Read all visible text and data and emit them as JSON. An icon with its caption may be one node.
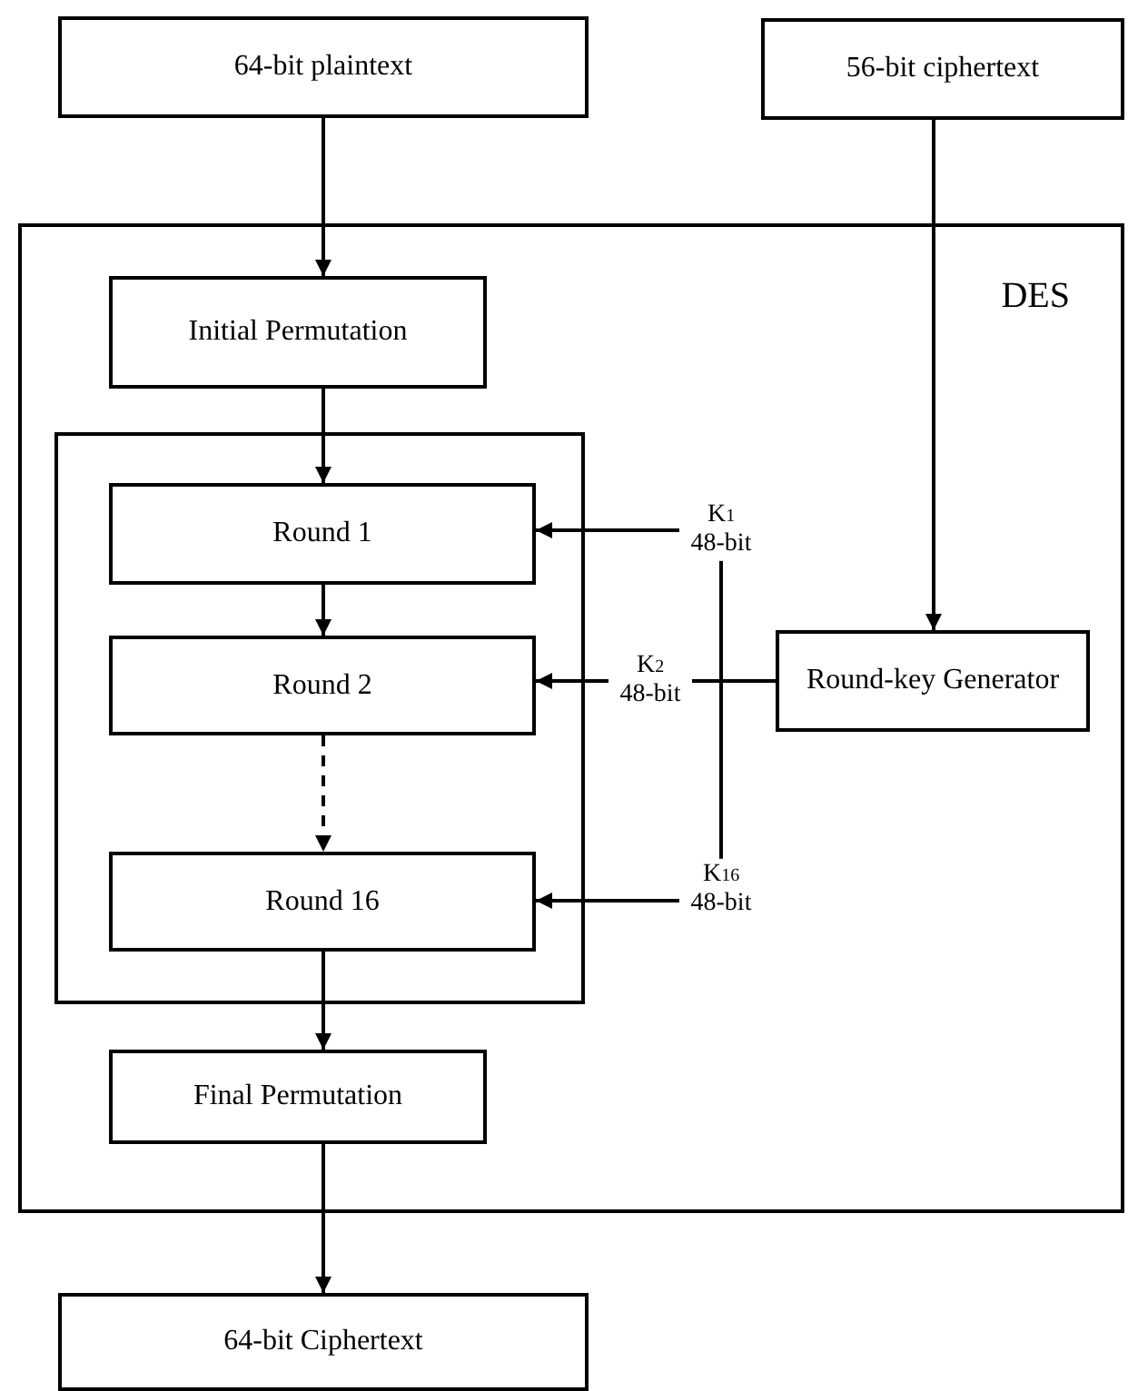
{
  "diagram": {
    "nodes": [
      {
        "text": [
          "64-bit plaintext"
        ]
      },
      {
        "text": [
          "56-bit ciphertext"
        ]
      },
      {
        "text": [
          "DES"
        ]
      },
      {
        "text": [
          "Initial Permutation"
        ],
        "in": 2
      },
      {
        "text": [],
        "shape": "box",
        "in": 2
      },
      {
        "text": [
          "Round 1"
        ],
        "in": 4
      },
      {
        "text": [
          "Round 2"
        ],
        "in": 4
      },
      {
        "text": [
          "Round 16"
        ],
        "in": 4
      },
      {
        "text": [
          "Final Permutation"
        ],
        "in": 2
      },
      {
        "text": [
          "Round-key Generator"
        ],
        "in": 2
      },
      {
        "text": [
          "64-bit Ciphertext"
        ]
      }
    ],
    "edges": [
      {
        "from": 0,
        "to": 3,
        "arrow": "to"
      },
      {
        "from": 1,
        "to": 9,
        "arrow": "to"
      },
      {
        "from": 3,
        "to": 5,
        "arrow": "to"
      },
      {
        "from": 5,
        "to": 6,
        "arrow": "to"
      },
      {
        "from": 6,
        "to": 7,
        "arrow": "to",
        "style": "dashed"
      },
      {
        "from": 7,
        "to": 8,
        "arrow": "to"
      },
      {
        "from": 8,
        "to": 10,
        "arrow": "to"
      },
      {
        "from": 9,
        "to": 5,
        "arrow": "to",
        "label": "K$_{1}$ 48-bit"
      },
      {
        "from": 9,
        "to": 6,
        "arrow": "to",
        "label": "K$_{2}$ 48-bit"
      },
      {
        "from": 9,
        "to": 7,
        "arrow": "to",
        "label": "K$_{16}$ 48-bit"
      }
    ]
  }
}
